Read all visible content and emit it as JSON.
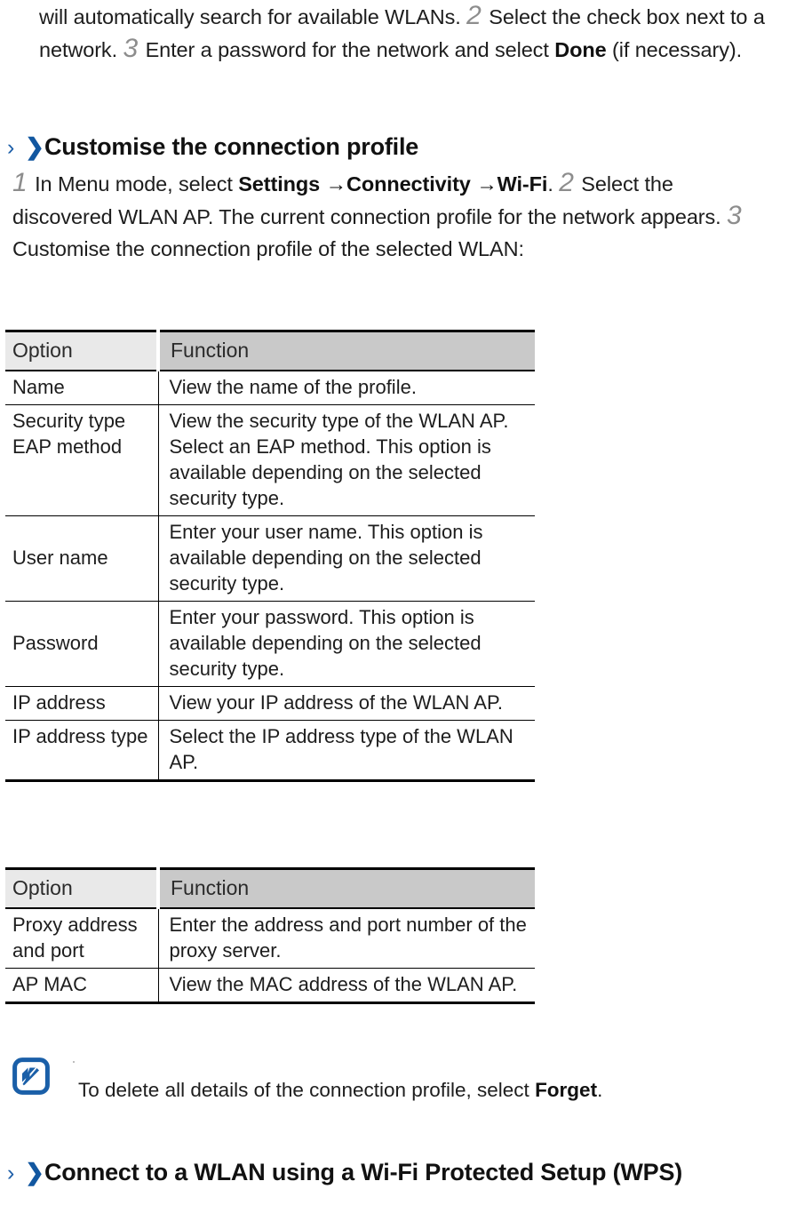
{
  "document": {
    "intro_paragraph": {
      "part1": "will automatically search for available WLANs. ",
      "num2": "2",
      "part2": " Select the check box next to a network. ",
      "num3": "3",
      "part3": " Enter a password for the network and select ",
      "bold_done": "Done",
      "part4": " (if necessary)."
    },
    "heading_1": {
      "chevron_thin": "›",
      "chevron_bold": "❯",
      "text": "Customise the connection profile"
    },
    "steps_paragraph": {
      "num1": "1",
      "part1": " In Menu mode, select ",
      "bold_settings": "Settings →Connectivity →Wi-Fi",
      "part2": ". ",
      "num2": "2",
      "part3": " Select the discovered WLAN AP. The current connection profile for the network appears. ",
      "num3": "3",
      "part4": " Customise the connection profile of the selected WLAN:"
    },
    "table_1": {
      "headers": [
        "Option",
        "Function"
      ],
      "rows": [
        {
          "option": "Name",
          "function": "View the name of the profile.",
          "option_align": "top"
        },
        {
          "option": "Security type EAP method",
          "function": "View the security type of the WLAN AP. Select an EAP method. This option is available depending on the selected security type.",
          "option_align": "top"
        },
        {
          "option": "User name",
          "function": "Enter your user name. This option is available depending on the selected security type.",
          "option_align": "middle"
        },
        {
          "option": "Password",
          "function": "Enter your password. This option is available depending on the selected security type.",
          "option_align": "middle"
        },
        {
          "option": "IP address",
          "function": "View your IP address of the WLAN AP.",
          "option_align": "middle"
        },
        {
          "option": "IP address type",
          "function": "Select the IP address type of the WLAN AP.",
          "option_align": "top"
        }
      ]
    },
    "table_2": {
      "headers": [
        "Option",
        "Function"
      ],
      "rows": [
        {
          "option": "Proxy address and port",
          "function": "Enter the address and port number of the proxy server.",
          "option_align": "top"
        },
        {
          "option": "AP MAC",
          "function": "View the MAC address of the WLAN AP.",
          "option_align": "middle"
        }
      ]
    },
    "note": {
      "icon": "note-pen-icon",
      "text_part1": "To delete all details of the connection profile, select ",
      "bold_forget": "Forget",
      "text_part2": "."
    },
    "heading_2": {
      "chevron_thin": "›",
      "chevron_bold": "❯",
      "text": "Connect to a WLAN using a Wi-Fi Protected Setup (WPS)"
    },
    "colors": {
      "accent_blue": "#1257a0",
      "step_number_gray": "#8d8d8d",
      "header_option_bg": "#e9e9e9",
      "header_function_bg": "#c9c9c9",
      "text": "#1d1d1d"
    }
  }
}
